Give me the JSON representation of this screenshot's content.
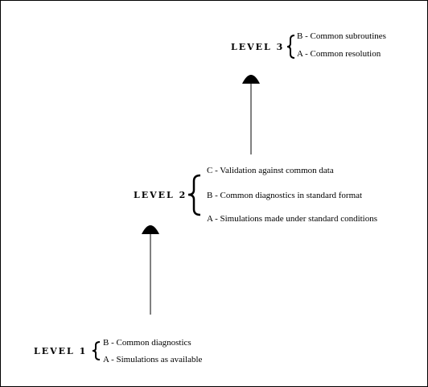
{
  "levels": [
    {
      "id": "level-1",
      "title": "LEVEL 1",
      "items": [
        "B - Common diagnostics",
        "A - Simulations as available"
      ]
    },
    {
      "id": "level-2",
      "title": "LEVEL 2",
      "items": [
        "C - Validation against common data",
        "B - Common diagnostics in standard format",
        "A - Simulations made under standard conditions"
      ]
    },
    {
      "id": "level-3",
      "title": "LEVEL 3",
      "items": [
        "B - Common subroutines",
        "A - Common resolution"
      ]
    }
  ],
  "colors": {
    "line": "#000000",
    "background": "#ffffff"
  }
}
